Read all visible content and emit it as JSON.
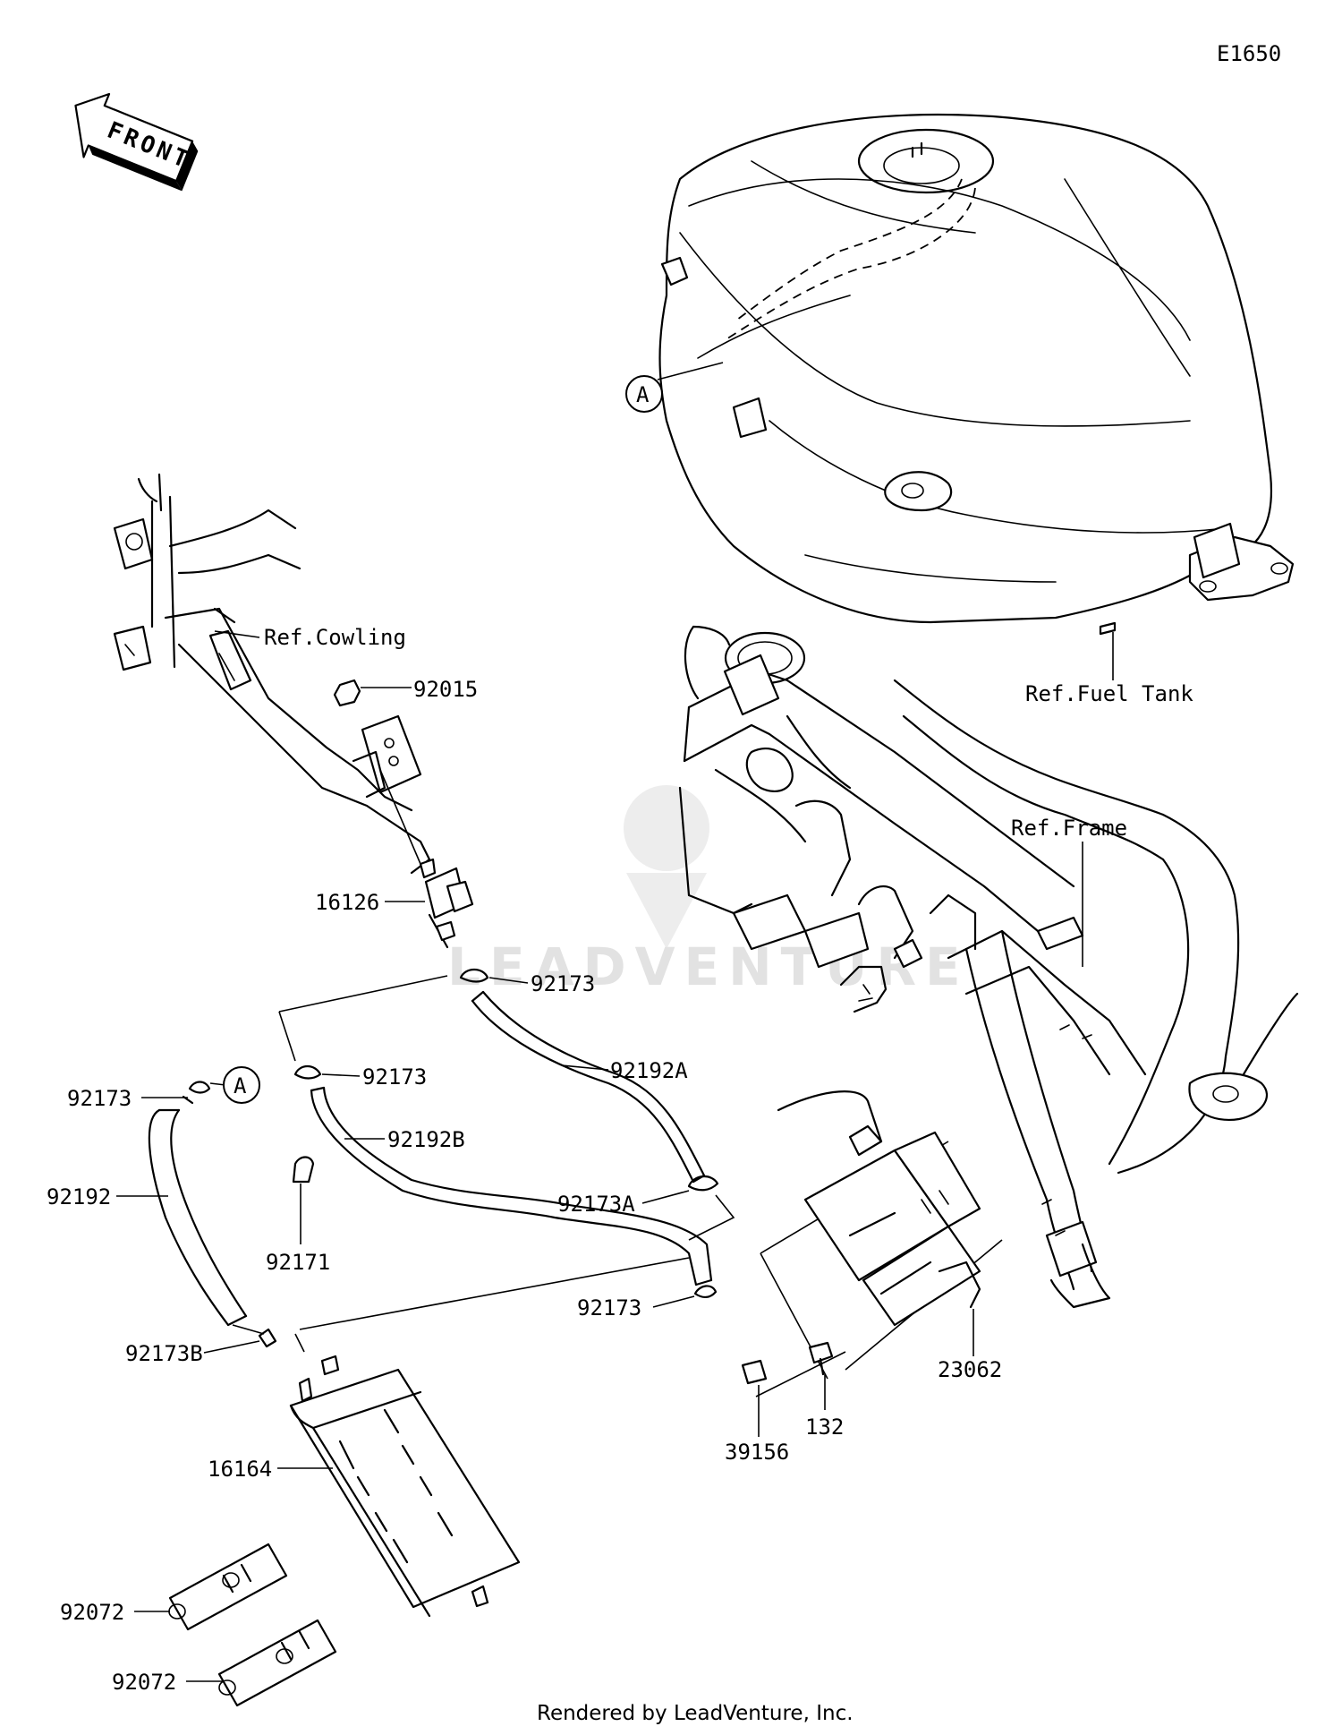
{
  "diagram_code": "E1650",
  "front_arrow": {
    "label": "FRONT"
  },
  "references": {
    "fuel_tank": "Ref.Fuel Tank",
    "frame": "Ref.Frame",
    "cowling": "Ref.Cowling"
  },
  "callout_a": "A",
  "parts": {
    "p92015": "92015",
    "p16126": "16126",
    "p92173_top": "92173",
    "p92173_mid": "92173",
    "p92192A": "92192A",
    "p92173_left": "92173",
    "p92192B": "92192B",
    "p92192": "92192",
    "p92171": "92171",
    "p92173A": "92173A",
    "p92173_lower": "92173",
    "p92173B": "92173B",
    "p16164": "16164",
    "p23062": "23062",
    "p39156": "39156",
    "p132": "132",
    "p92072_upper": "92072",
    "p92072_lower": "92072"
  },
  "watermark": "LEADVENTURE",
  "footer": "Rendered by LeadVenture, Inc."
}
